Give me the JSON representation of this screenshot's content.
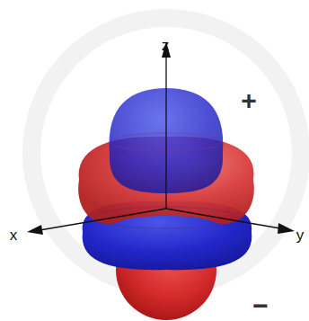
{
  "diagram": {
    "labels": [
      "z",
      "x",
      "y",
      "+",
      "−"
    ]
  }
}
